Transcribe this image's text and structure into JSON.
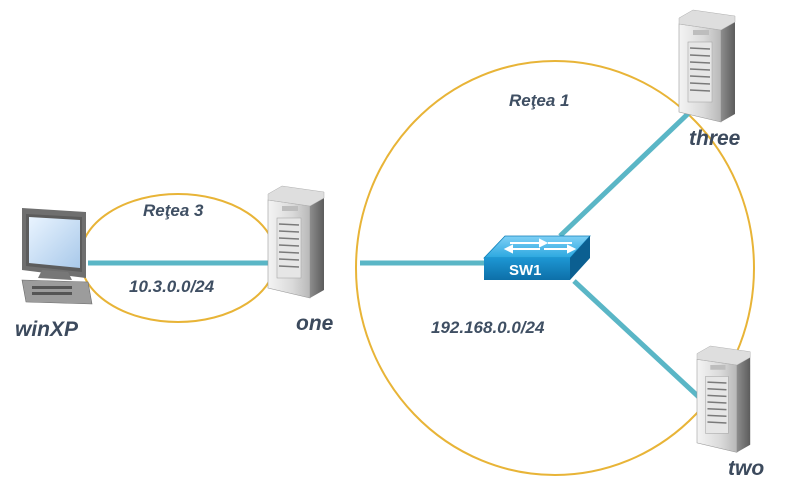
{
  "colors": {
    "link": "#5ab6c6",
    "network_outline": "#e8b437",
    "switch": "#1e9ad6",
    "label": "#3f4f63"
  },
  "networks": [
    {
      "id": "retea-1",
      "label": "Reţea 1",
      "subnet": "192.168.0.0/24"
    },
    {
      "id": "retea-3",
      "label": "Reţea 3",
      "subnet": "10.3.0.0/24"
    }
  ],
  "nodes": {
    "winxp": {
      "label": "winXP",
      "type": "workstation",
      "icon": "desktop-pc-icon"
    },
    "one": {
      "label": "one",
      "type": "server",
      "icon": "tower-server-icon"
    },
    "three": {
      "label": "three",
      "type": "server",
      "icon": "tower-server-icon"
    },
    "two": {
      "label": "two",
      "type": "server",
      "icon": "tower-server-icon"
    },
    "sw1": {
      "label": "SW1",
      "type": "switch",
      "icon": "network-switch-icon"
    }
  },
  "links": [
    {
      "from": "winXP",
      "to": "one"
    },
    {
      "from": "one",
      "to": "SW1"
    },
    {
      "from": "SW1",
      "to": "three"
    },
    {
      "from": "SW1",
      "to": "two"
    }
  ]
}
